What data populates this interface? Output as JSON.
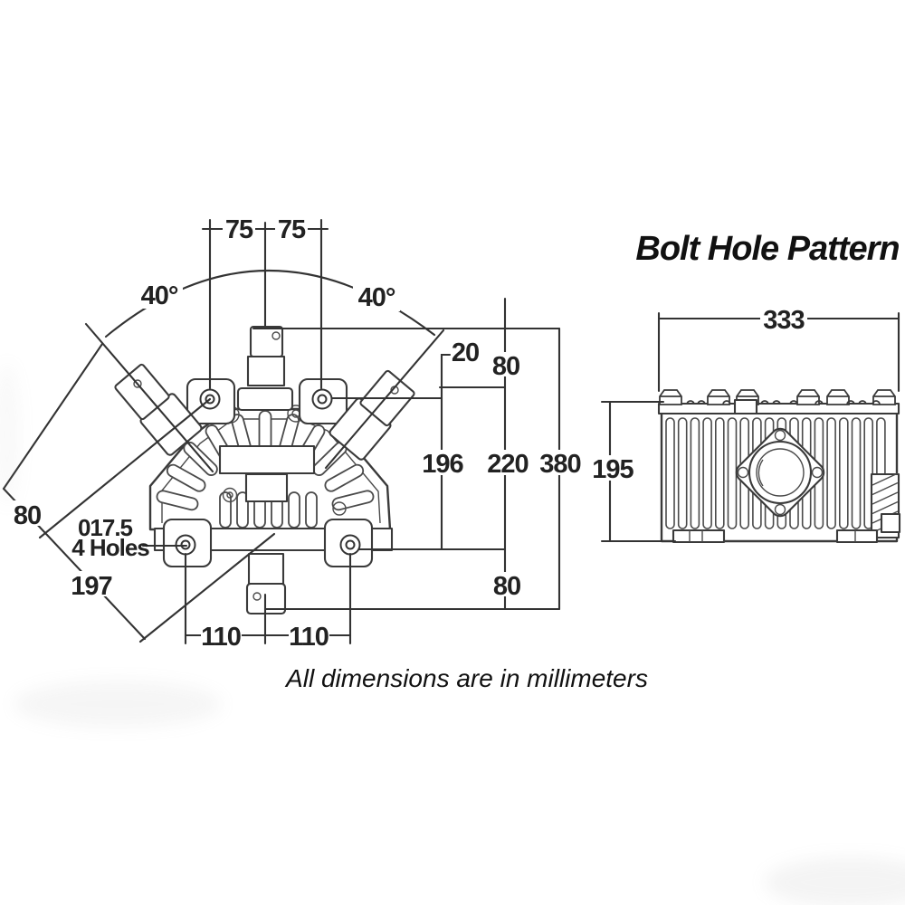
{
  "title": "Bolt Hole Pattern",
  "note": "All dimensions are in millimeters",
  "colors": {
    "ink": "#333333",
    "background": "#ffffff"
  },
  "front_view": {
    "dim_top_width_left": "75",
    "dim_top_width_right": "75",
    "angle_left": "40°",
    "angle_right": "40°",
    "dim_offset_20": "20",
    "dim_right_80_top": "80",
    "dim_hole_span_196": "196",
    "dim_right_220": "220",
    "dim_overall_380": "380",
    "dim_right_80_bottom": "80",
    "dim_left_80": "80",
    "dim_left_197": "197",
    "dim_bottom_width_left": "110",
    "dim_bottom_width_right": "110",
    "hole_callout_dia": "017.5",
    "hole_callout_count": "4 Holes"
  },
  "side_view": {
    "dim_width_333": "333",
    "dim_height_195": "195"
  }
}
